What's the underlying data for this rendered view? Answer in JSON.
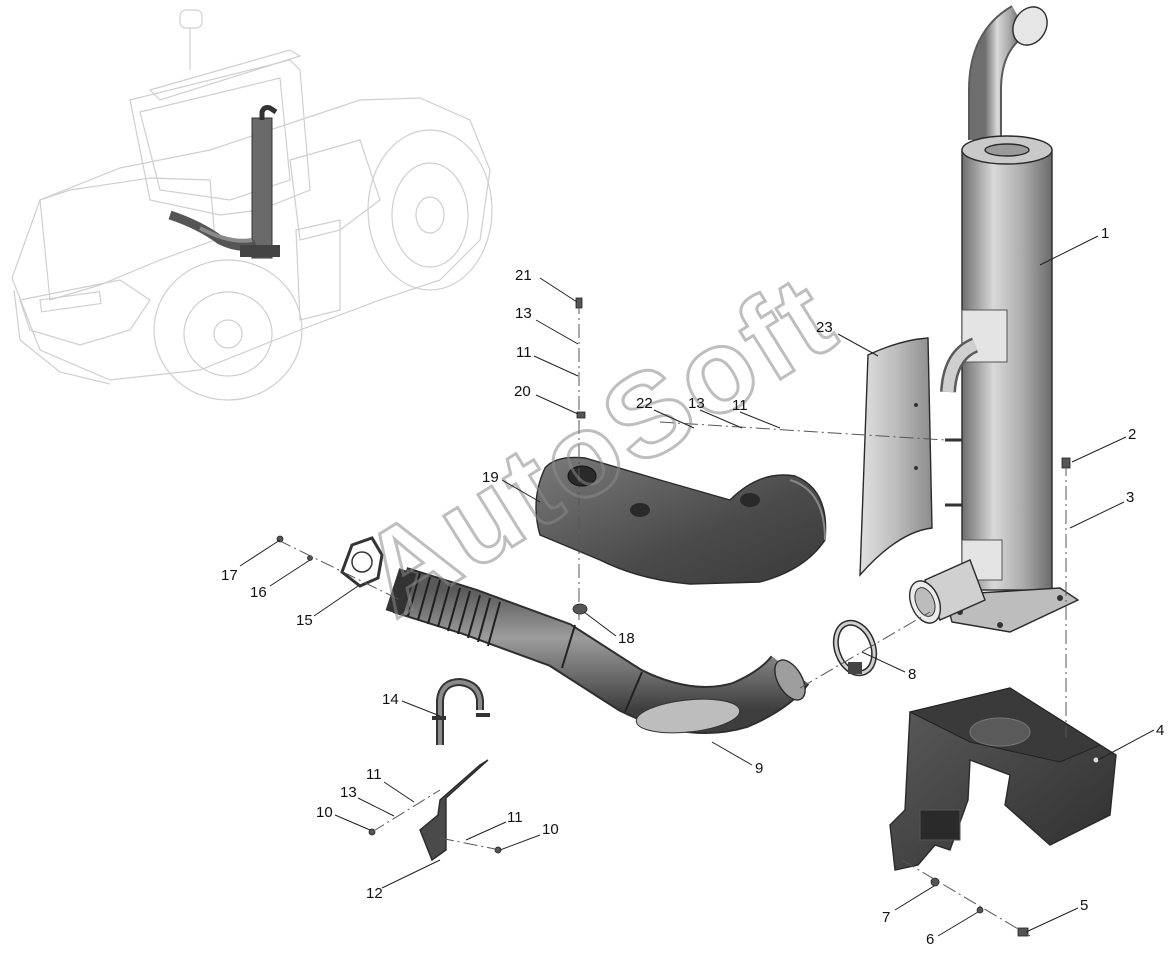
{
  "diagram": {
    "watermark": "AutoSoft",
    "callouts": [
      "1",
      "2",
      "3",
      "4",
      "5",
      "6",
      "7",
      "8",
      "9",
      "10",
      "10",
      "11",
      "11",
      "11",
      "11",
      "12",
      "13",
      "13",
      "13",
      "14",
      "15",
      "16",
      "17",
      "18",
      "19",
      "20",
      "21",
      "22",
      "23"
    ],
    "colors": {
      "part_fill": "#9a9a9a",
      "part_dark": "#4a4a4a",
      "part_light": "#d8d8d8",
      "line": "#222222",
      "ghost": "#cfcfcf"
    }
  }
}
